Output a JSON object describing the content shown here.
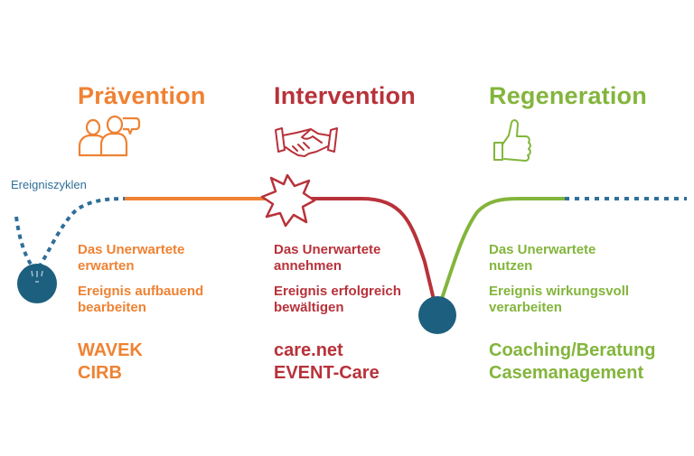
{
  "colors": {
    "orange": "#ef8233",
    "red": "#b8323a",
    "green": "#83b53c",
    "blue": "#2f6f99",
    "navy": "#1d5f7e"
  },
  "cycles_label": "Ereigniszyklen",
  "columns": [
    {
      "title": "Prävention",
      "icon": "people-speech-icon",
      "line1": "Das Unerwartete",
      "line2": "erwarten",
      "line3": "Ereignis aufbauend",
      "line4": "bearbeiten",
      "tool1": "WAVEK",
      "tool2": "CIRB"
    },
    {
      "title": "Intervention",
      "icon": "handshake-icon",
      "line1": "Das Unerwartete",
      "line2": "annehmen",
      "line3": "Ereignis erfolgreich",
      "line4": "bewältigen",
      "tool1": "care.net",
      "tool2": "EVENT-Care"
    },
    {
      "title": "Regeneration",
      "icon": "thumbs-up-icon",
      "line1": "Das Unerwartete",
      "line2": "nutzen",
      "line3": "Ereignis wirkungsvoll",
      "line4": "verarbeiten",
      "tool1": "Coaching/Beratung",
      "tool2": "Casemanagement"
    }
  ]
}
